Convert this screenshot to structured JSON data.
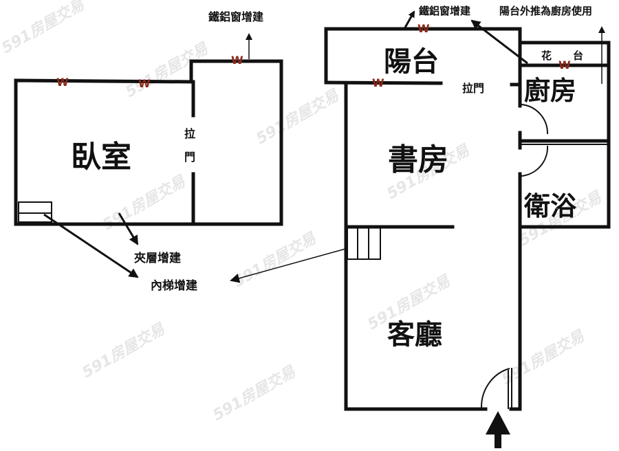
{
  "floor_plan": {
    "upper_level": {
      "rooms": [
        {
          "label": "臥室"
        }
      ],
      "sliding_door": {
        "label_top": "拉",
        "label_bottom": "門"
      },
      "annotations": {
        "window_addition": "鐵鋁窗增建",
        "mezzanine_addition": "夾層增建",
        "stair_addition": "內梯增建"
      },
      "window_marks": [
        "W",
        "W",
        "W"
      ]
    },
    "main_level": {
      "rooms": [
        {
          "label": "陽台"
        },
        {
          "label": "書房"
        },
        {
          "label": "廚房"
        },
        {
          "label": "衛浴"
        },
        {
          "label": "客廳"
        }
      ],
      "planter": {
        "label_left": "花",
        "label_right": "台"
      },
      "sliding_door": {
        "label": "拉門"
      },
      "annotations": {
        "window_addition": "鐵鋁窗增建",
        "balcony_kitchen": "陽台外推為廚房使用"
      },
      "window_marks": [
        "W",
        "W",
        "W"
      ],
      "entrance": "entrance-arrow"
    },
    "watermark": "591房屋交易",
    "colors": {
      "wall": "#111111",
      "window_mark": "#8b2a1a",
      "background": "#ffffff",
      "watermark": "#e6e6e6"
    }
  }
}
